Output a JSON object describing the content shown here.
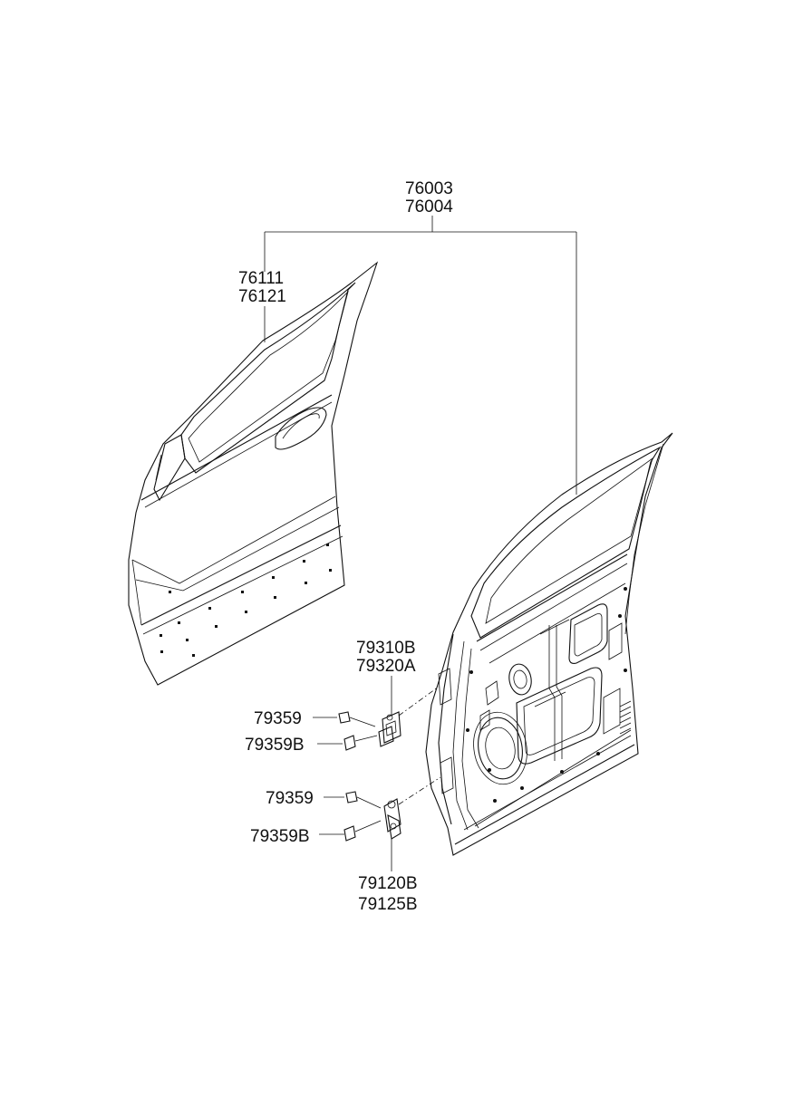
{
  "labels": {
    "door_assembly_a": "76003",
    "door_assembly_b": "76004",
    "outer_panel_a": "76111",
    "outer_panel_b": "76121",
    "upper_hinge_a": "79310B",
    "upper_hinge_b": "79320A",
    "upper_bolt_a": "79359",
    "upper_bolt_b": "79359B",
    "lower_bolt_a": "79359",
    "lower_bolt_b": "79359B",
    "lower_hinge_a": "79120B",
    "lower_hinge_b": "79125B"
  }
}
